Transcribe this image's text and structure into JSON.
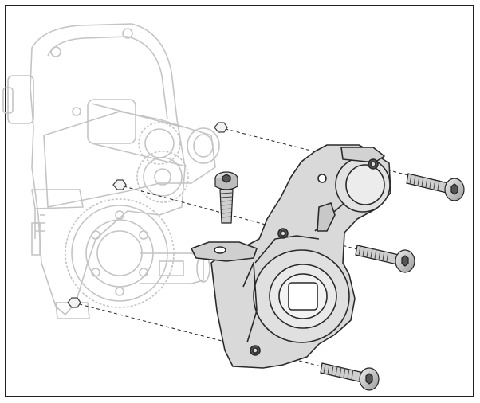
{
  "diagram": {
    "kind": "exploded-assembly-illustration",
    "parts": [
      {
        "id": "gearbox",
        "name": "gearbox-assembly",
        "style": "ghosted"
      },
      {
        "id": "housing",
        "name": "gearbox-housing-plate",
        "style": "solid-grey"
      },
      {
        "id": "screw-top",
        "name": "screw-top-right",
        "style": "solid-grey"
      },
      {
        "id": "screw-mid",
        "name": "screw-middle-right",
        "style": "solid-grey"
      },
      {
        "id": "screw-bottom",
        "name": "screw-bottom-right",
        "style": "solid-grey"
      },
      {
        "id": "screw-vertical",
        "name": "screw-vertical-center",
        "style": "solid-grey"
      }
    ],
    "guide_lines": 3,
    "colors": {
      "frame": "#222222",
      "ghost_line": "#c8c8c8",
      "part_fill": "#d9d9d9",
      "part_line": "#2a2a2a",
      "dash": "#333333"
    }
  }
}
